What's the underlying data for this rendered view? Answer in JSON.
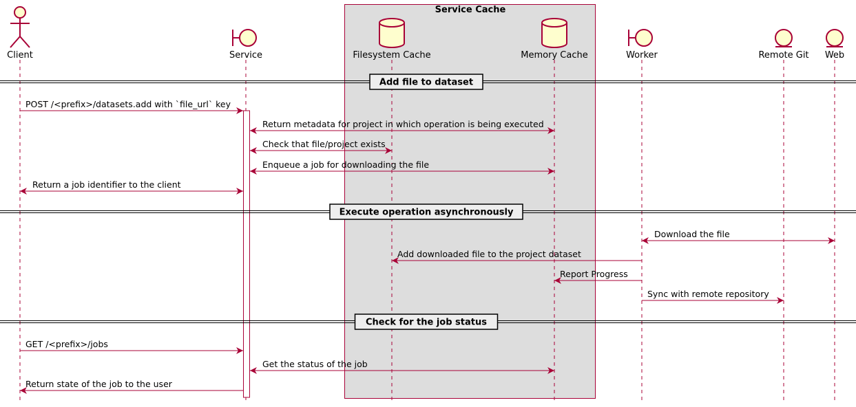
{
  "colors": {
    "line": "#A80036",
    "actor_fill": "#FEFECE",
    "box_fill": "#DDDDDD",
    "separator_fill": "#EEEEEE"
  },
  "box": {
    "title": "Service Cache"
  },
  "participants": [
    {
      "id": "client",
      "name": "Client",
      "kind": "actor",
      "icon": "actor-icon"
    },
    {
      "id": "service",
      "name": "Service",
      "kind": "boundary",
      "icon": "boundary-icon"
    },
    {
      "id": "fs",
      "name": "Filesystem Cache",
      "kind": "database",
      "icon": "database-icon"
    },
    {
      "id": "mem",
      "name": "Memory Cache",
      "kind": "database",
      "icon": "database-icon"
    },
    {
      "id": "worker",
      "name": "Worker",
      "kind": "boundary",
      "icon": "boundary-icon"
    },
    {
      "id": "git",
      "name": "Remote Git",
      "kind": "entity",
      "icon": "entity-icon"
    },
    {
      "id": "web",
      "name": "Web",
      "kind": "entity",
      "icon": "entity-icon"
    }
  ],
  "sections": [
    {
      "title": "Add file to dataset",
      "messages": [
        {
          "from": "client",
          "to": "service",
          "text": "POST /<prefix>/datasets.add with `file_url` key",
          "bidir": false
        },
        {
          "from": "service",
          "to": "mem",
          "text": "Return metadata for project in which operation is being executed",
          "bidir": true
        },
        {
          "from": "service",
          "to": "fs",
          "text": "Check that file/project exists",
          "bidir": true
        },
        {
          "from": "service",
          "to": "mem",
          "text": "Enqueue a job for downloading the file",
          "bidir": true
        },
        {
          "from": "client",
          "to": "service",
          "text": "Return a job identifier to the client",
          "bidir": true
        }
      ]
    },
    {
      "title": "Execute operation asynchronously",
      "messages": [
        {
          "from": "worker",
          "to": "web",
          "text": "Download the file",
          "bidir": true
        },
        {
          "from": "worker",
          "to": "fs",
          "text": "Add downloaded file to the project dataset",
          "bidir": false
        },
        {
          "from": "worker",
          "to": "mem",
          "text": "Report Progress",
          "bidir": false
        },
        {
          "from": "worker",
          "to": "git",
          "text": "Sync with remote repository",
          "bidir": false
        }
      ]
    },
    {
      "title": "Check for the job status",
      "messages": [
        {
          "from": "client",
          "to": "service",
          "text": "GET /<prefix>/jobs",
          "bidir": false
        },
        {
          "from": "service",
          "to": "mem",
          "text": "Get the status of the job",
          "bidir": true
        },
        {
          "from": "service",
          "to": "client",
          "text": "Return state of the job to the user",
          "bidir": false
        }
      ]
    }
  ]
}
